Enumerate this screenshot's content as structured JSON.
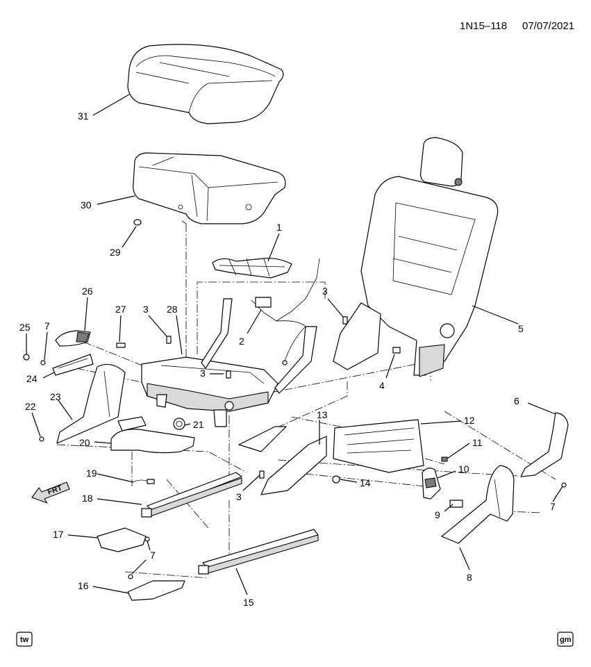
{
  "header": {
    "code": "1N15–118",
    "date": "07/07/2021"
  },
  "badges": {
    "left": "tw",
    "right": "gm"
  },
  "front_arrow": {
    "label": "FRT"
  },
  "callouts": {
    "c31": "31",
    "c30": "30",
    "c29": "29",
    "c1": "1",
    "c2": "2",
    "c3a": "3",
    "c3b": "3",
    "c3c": "3",
    "c3d": "3",
    "c5": "5",
    "c4": "4",
    "c26": "26",
    "c27": "27",
    "c28": "28",
    "c25": "25",
    "c7a": "7",
    "c7b": "7",
    "c7c": "7",
    "c24": "24",
    "c23": "23",
    "c22": "22",
    "c21": "21",
    "c20": "20",
    "c19": "19",
    "c18": "18",
    "c17": "17",
    "c16": "16",
    "c15": "15",
    "c14": "14",
    "c13": "13",
    "c12": "12",
    "c11": "11",
    "c10": "10",
    "c9": "9",
    "c8": "8",
    "c6": "6"
  }
}
